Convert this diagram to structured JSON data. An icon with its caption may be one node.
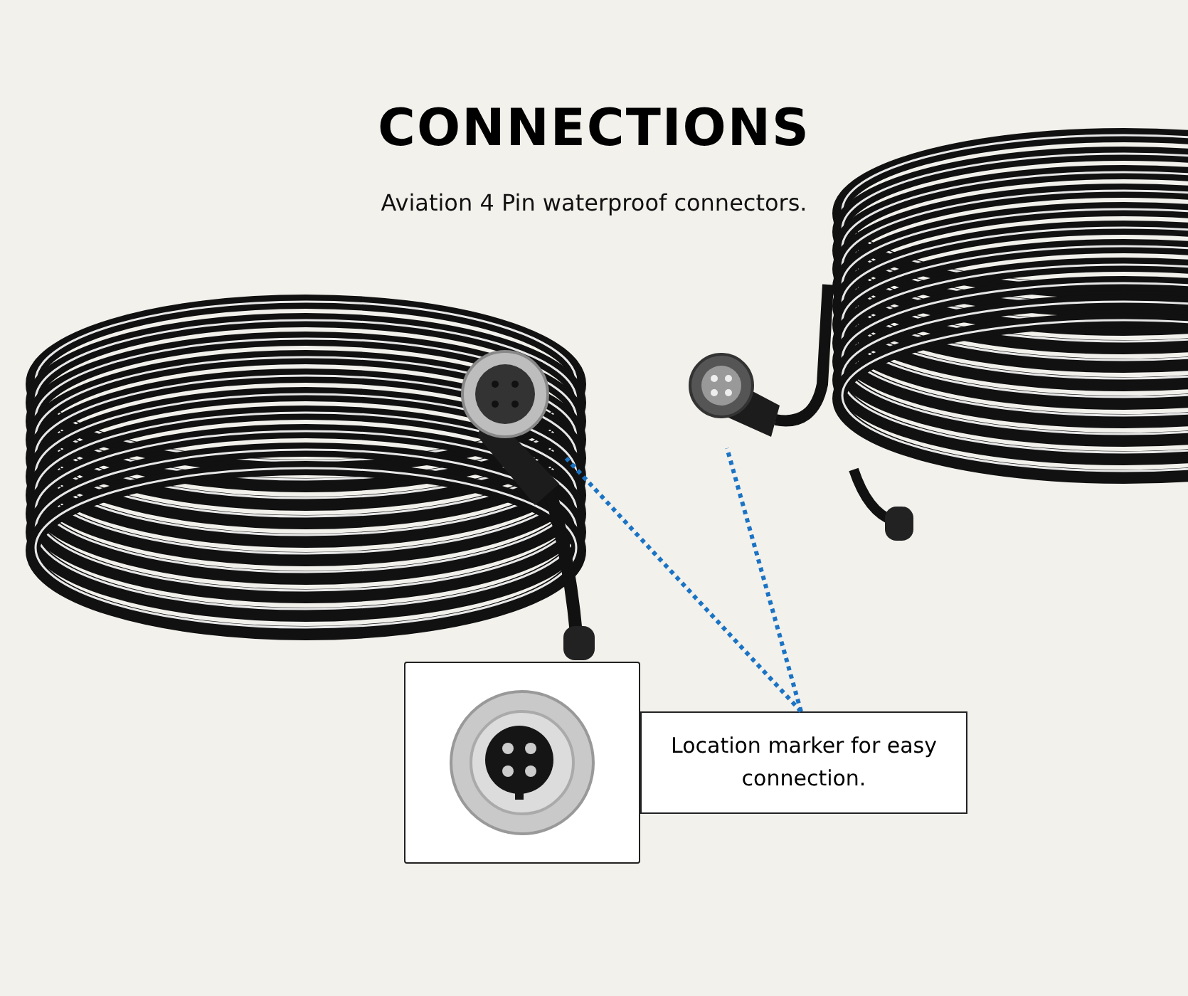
{
  "diagram": {
    "title": "CONNECTIONS",
    "nodes": [
      {
        "text": [
          "Location marker for easy connection."
        ]
      },
      {
        "text": [],
        "shape": "picture"
      },
      {
        "text": [],
        "shape": "picture"
      },
      {
        "text": [],
        "shape": "picture"
      }
    ],
    "edges": [
      {
        "from": 0,
        "to": 1,
        "arrow": "none",
        "style": "dashed"
      },
      {
        "from": 0,
        "to": 2,
        "arrow": "none",
        "style": "dashed"
      }
    ],
    "labels": [
      "Aviation 4 Pin waterproof connectors."
    ]
  }
}
